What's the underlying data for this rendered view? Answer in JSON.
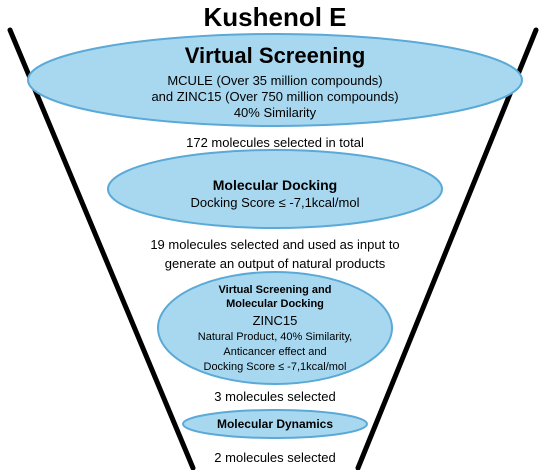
{
  "title": "Kushenol E",
  "stages": [
    {
      "heading": "Virtual Screening",
      "lines": [
        "MCULE (Over 35 million compounds)",
        "and ZINC15 (Over 750 million compounds)",
        "40% Similarity"
      ]
    },
    {
      "heading": "Molecular Docking",
      "lines": [
        "Docking Score ≤ -7,1kcal/mol"
      ]
    },
    {
      "heading_lines": [
        "Virtual Screening and",
        "Molecular Docking"
      ],
      "subheading": "ZINC15",
      "lines": [
        "Natural Product, 40% Similarity,",
        "Anticancer effect and",
        "Docking Score ≤ -7,1kcal/mol"
      ]
    },
    {
      "heading": "Molecular Dynamics"
    }
  ],
  "results": [
    {
      "lines": [
        "172 molecules selected in total"
      ]
    },
    {
      "lines": [
        "19 molecules selected and used as input to",
        "generate an output of natural products"
      ]
    },
    {
      "lines": [
        "3 molecules selected"
      ]
    },
    {
      "lines": [
        "2 molecules selected"
      ]
    }
  ],
  "colors": {
    "ellipse_fill": "#a8d8f0",
    "ellipse_stroke": "#5aa9d6",
    "funnel_line": "#000000"
  }
}
